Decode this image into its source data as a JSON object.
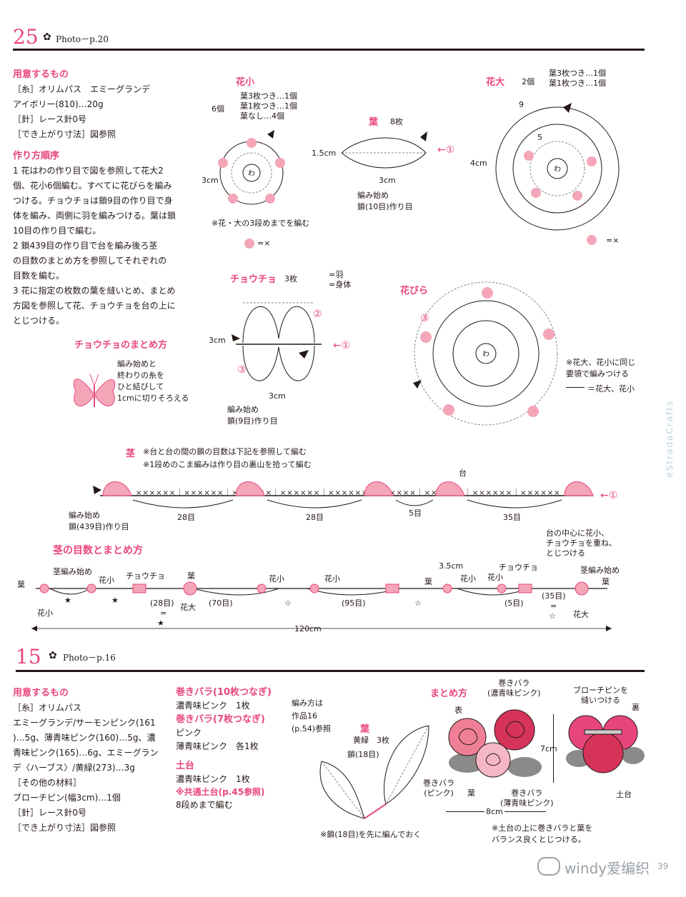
{
  "top": {
    "pattern_number": "25",
    "photo_ref": "Photo－p.20"
  },
  "left_col": {
    "materials_head": "用意するもの",
    "lines": [
      "［糸］オリムパス　エミーグランデ",
      "アイボリー(810)…20g",
      "［針］レース針0号",
      "［でき上がり寸法］図参照"
    ],
    "procedure_head": "作り方順序",
    "steps": [
      "1 花はわの作り目で図を参照して花大2",
      "個、花小6個編む。すべてに花びらを編み",
      "つける。チョウチョは鎖9目の作り目で身",
      "体を編み、両側に羽を編みつける。葉は鎖",
      "10目の作り目で編む。",
      "2 鎖439目の作り目で台を編み後ろ茎",
      "の目数のまとめ方を参照してそれぞれの",
      "目数を編む。",
      "3 花に指定の枚数の葉を縫いとめ、まとめ",
      "方図を参照して花、チョウチョを台の上に",
      "とじつける。"
    ]
  },
  "butterfly_finish": {
    "title": "チョウチョのまとめ方",
    "notes": [
      "編み始めと",
      "終わりの糸を",
      "ひと結びして",
      "1cmに切りそろえる"
    ]
  },
  "small_flower": {
    "title": "花小",
    "count": "6個",
    "breakdown": [
      "葉3枚つき…1個",
      "葉1枚つき…1個",
      "葉なし…4個"
    ],
    "size": "3cm",
    "note": "※花・大の3段めまでを編む",
    "legend": "=×"
  },
  "leaf": {
    "title": "葉",
    "count": "8枚",
    "size": "1.5cm",
    "width": "3cm",
    "start": "編み始め",
    "chain": "鎖(10目)作り目",
    "marker": "①"
  },
  "large_flower": {
    "title": "花大",
    "count": "2個",
    "breakdown": [
      "葉3枚つき…1個",
      "葉1枚つき…1個"
    ],
    "size": "4cm",
    "rows": [
      "9",
      "5"
    ],
    "legend": "=×"
  },
  "butterfly": {
    "title": "チョウチョ",
    "count": "3枚",
    "key": [
      "=羽",
      "=身体"
    ],
    "size_h": "3cm",
    "size_w": "3cm",
    "start": "編み始め",
    "chain": "鎖(9目)作り目",
    "markers": [
      "②",
      "①",
      "③"
    ]
  },
  "petal": {
    "title": "花びら",
    "note": [
      "※花大、花小に同じ",
      "要領で編みつける"
    ],
    "legend": "＝花大、花小",
    "marker": "③"
  },
  "stem": {
    "title": "茎",
    "notes": [
      "※台と台の間の鎖の目数は下記を参照して編む",
      "※1段めのこま編みは作り目の裏山を拾って編む"
    ],
    "base": "台",
    "counts": [
      "28目",
      "28目",
      "5目",
      "35目"
    ],
    "start": "編み始め",
    "chain": "鎖(439目)作り目",
    "marker": "①"
  },
  "assembly": {
    "title": "茎の目数とまとめ方",
    "note": [
      "台の中心に花小、",
      "チョウチョを重ね、",
      "とじつける"
    ],
    "labels": {
      "leaf": "葉",
      "stem_start": "茎編み始め",
      "small": "花小",
      "butterfly": "チョウチョ",
      "large": "花大",
      "len": "3.5cm",
      "total": "120cm"
    },
    "counts": [
      "(28目)",
      "(70目)",
      "(95目)",
      "(5目)",
      "(35目)"
    ],
    "equals": "=",
    "star": "★",
    "star_open": "☆"
  },
  "bottom": {
    "pattern_number": "15",
    "photo_ref": "Photo－p.16",
    "materials_head": "用意するもの",
    "lines": [
      "［糸］オリムパス",
      "エミーグランデ/サーモンピンク(161",
      ")…5g、薄青味ピンク(160)…5g、濃",
      "青味ピンク(165)…6g、エミーグラン",
      "デ〈ハーブス〉/黄緑(273)…3g",
      "［その他の材料］",
      "ブローチピン(幅3cm)…1個",
      "［針］レース針0号",
      "［でき上がり寸法］図参照"
    ],
    "rose10_title": "巻きバラ(10枚つなぎ)",
    "rose10_color": "濃青味ピンク　1枚",
    "rose7_title": "巻きバラ(7枚つなぎ)",
    "rose7_color": [
      "ピンク",
      "薄青味ピンク　各1枚"
    ],
    "method": [
      "編み方は",
      "作品16",
      "(p.54)参照"
    ],
    "base_title": "土台",
    "base_color": "濃青味ピンク　1枚",
    "common_base": "※共通土台(p.45参照)",
    "common_rows": "8段めまで編む",
    "leaf_title": "葉",
    "leaf_color": "黄緑　3枚",
    "leaf_chain": "鎖(18目)",
    "leaf_note": "※鎖(18目)を先に編んでおく",
    "finish_title": "まとめ方",
    "front": "表",
    "back": "裏",
    "rose_top": [
      "巻きバラ",
      "(濃青味ピンク)"
    ],
    "brooch": [
      "ブローチピンを",
      "縫いつける"
    ],
    "height": "7cm",
    "width": "8cm",
    "rose_pink": [
      "巻きバラ",
      "(ピンク)"
    ],
    "leaf_lbl": "葉",
    "rose_light": [
      "巻きバラ",
      "(薄青味ピンク)"
    ],
    "base_lbl": "土台",
    "finish_note": [
      "※土台の上に巻きバラと葉を",
      "バランス良くとじつける。"
    ]
  },
  "watermark": {
    "side": "eStradaCrafts",
    "footer": "windy爱编织",
    "page_no": "39"
  }
}
